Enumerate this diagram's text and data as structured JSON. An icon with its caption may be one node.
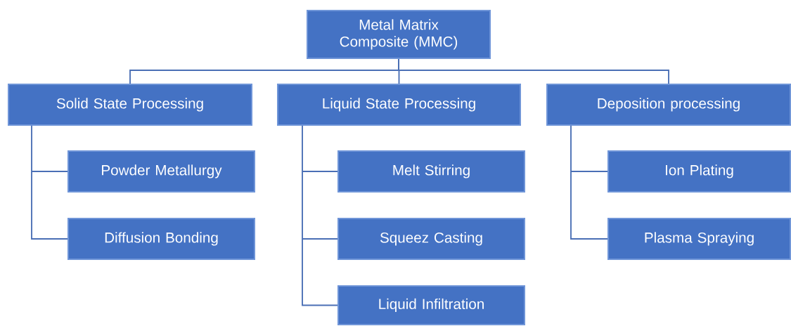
{
  "diagram": {
    "nodes": [
      {
        "text": [
          "Metal Matrix Composite (MMC)"
        ]
      },
      {
        "text": [
          "Solid State Processing"
        ]
      },
      {
        "text": [
          "Liquid State Processing"
        ]
      },
      {
        "text": [
          "Deposition processing"
        ]
      },
      {
        "text": [
          "Powder Metallurgy"
        ]
      },
      {
        "text": [
          "Diffusion Bonding"
        ]
      },
      {
        "text": [
          "Melt Stirring"
        ]
      },
      {
        "text": [
          "Squeez Casting"
        ]
      },
      {
        "text": [
          "Liquid Infiltration"
        ]
      },
      {
        "text": [
          "Ion Plating"
        ]
      },
      {
        "text": [
          "Plasma Spraying"
        ]
      }
    ],
    "edges": [
      {
        "from": 0,
        "to": 1,
        "arrow": "none"
      },
      {
        "from": 0,
        "to": 2,
        "arrow": "none"
      },
      {
        "from": 0,
        "to": 3,
        "arrow": "none"
      },
      {
        "from": 1,
        "to": 4,
        "arrow": "none"
      },
      {
        "from": 1,
        "to": 5,
        "arrow": "none"
      },
      {
        "from": 2,
        "to": 6,
        "arrow": "none"
      },
      {
        "from": 2,
        "to": 7,
        "arrow": "none"
      },
      {
        "from": 2,
        "to": 8,
        "arrow": "none"
      },
      {
        "from": 3,
        "to": 9,
        "arrow": "none"
      },
      {
        "from": 3,
        "to": 10,
        "arrow": "none"
      }
    ]
  }
}
